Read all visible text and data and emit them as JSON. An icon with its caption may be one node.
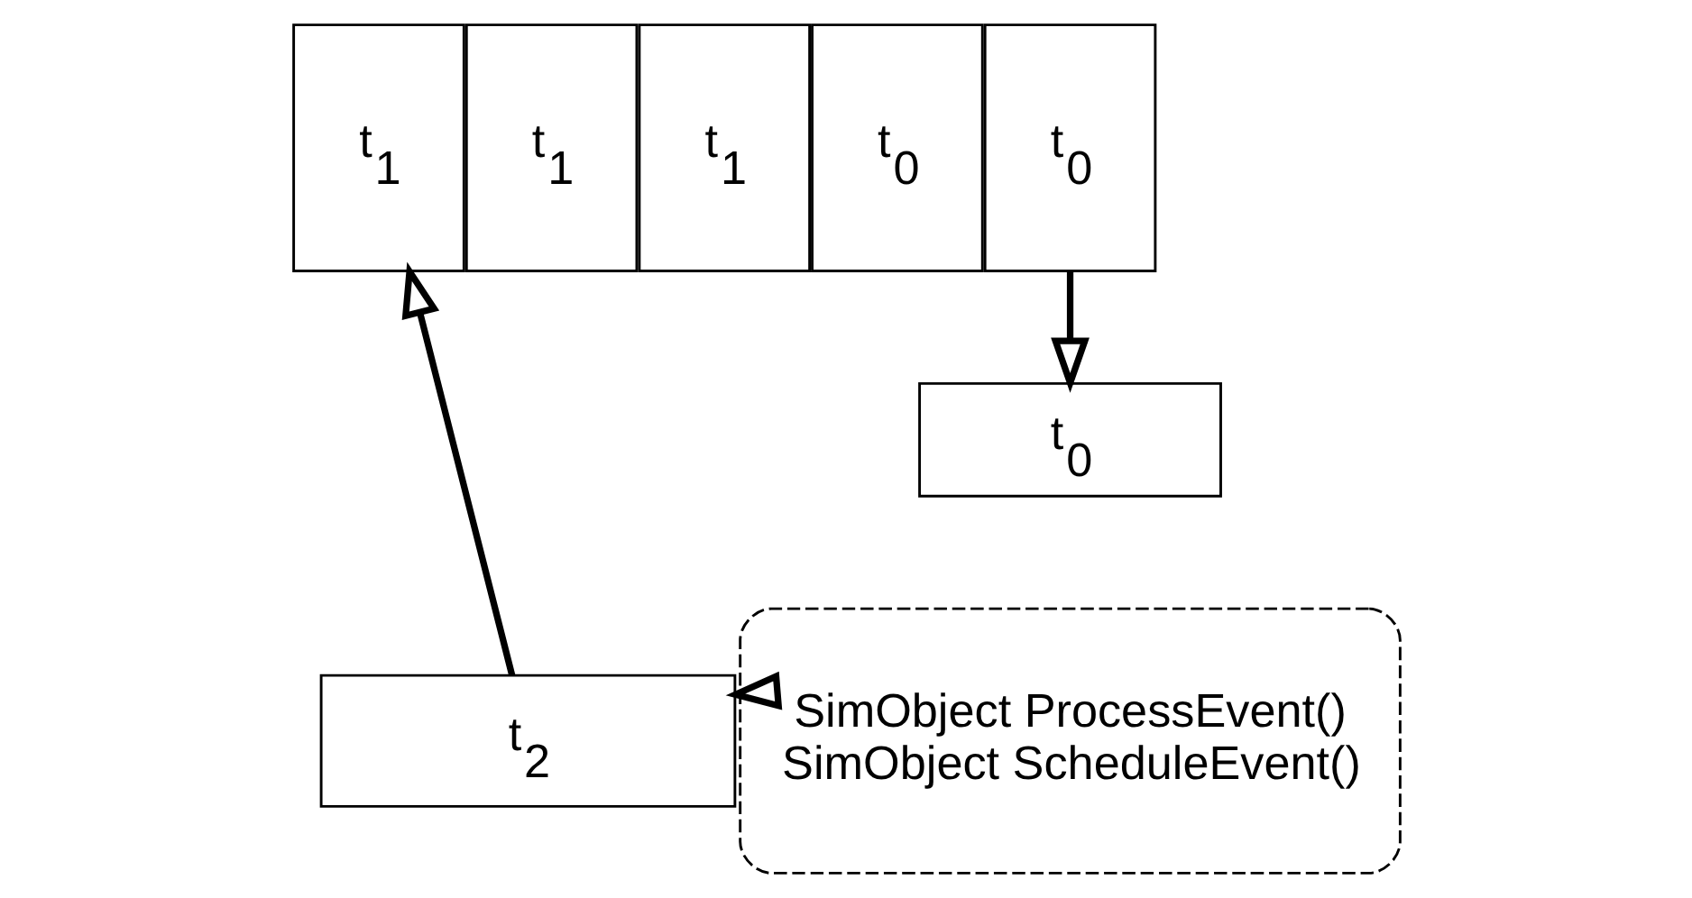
{
  "diagram": {
    "nodes": [
      {
        "text": [
          "t$_{1}$"
        ]
      },
      {
        "text": [
          "t$_{1}$"
        ]
      },
      {
        "text": [
          "t$_{1}$"
        ]
      },
      {
        "text": [
          "t$_{0}$"
        ]
      },
      {
        "text": [
          "t$_{0}$"
        ]
      },
      {
        "text": [
          "t$_{0}$"
        ]
      },
      {
        "text": [
          "SimObject ProcessEvent()",
          "SimObject ScheduleEvent()"
        ]
      },
      {
        "text": [
          "t$_{2}$"
        ]
      }
    ],
    "edges": [
      {
        "from": 4,
        "to": 5,
        "arrow": "to"
      },
      {
        "from": 6,
        "to": 7,
        "arrow": "to"
      },
      {
        "from": 7,
        "to": 0,
        "arrow": "to"
      }
    ]
  }
}
